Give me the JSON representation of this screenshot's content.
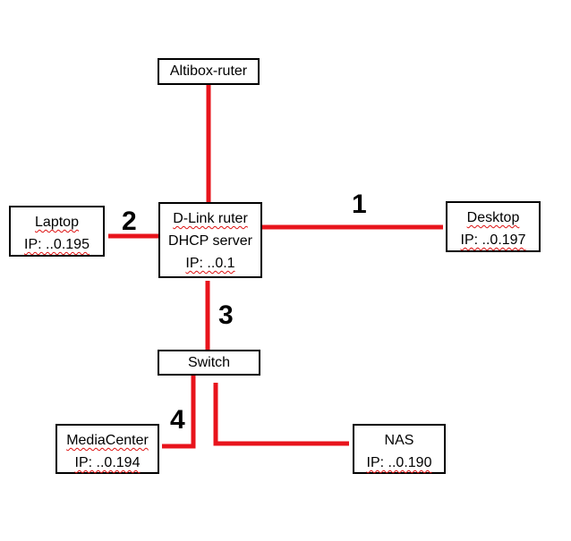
{
  "colors": {
    "link": "#e8141c",
    "border": "#000000",
    "background": "#ffffff"
  },
  "nodes": {
    "altibox": {
      "line1": "Altibox-ruter"
    },
    "dlink": {
      "line1": "D-Link ruter",
      "line2": "DHCP server",
      "line3": "IP: ..0.1"
    },
    "laptop": {
      "line1": "Laptop",
      "line2": "IP: ..0.195"
    },
    "desktop": {
      "line1": "Desktop",
      "line2": "IP: ..0.197"
    },
    "switch": {
      "line1": "Switch"
    },
    "mediacenter": {
      "line1": "MediaCenter",
      "line2": "IP: ..0.194"
    },
    "nas": {
      "line1": "NAS",
      "line2": "IP: ..0.190"
    }
  },
  "link_labels": {
    "desktop": "1",
    "laptop": "2",
    "switch": "3",
    "mediacenter": "4"
  }
}
